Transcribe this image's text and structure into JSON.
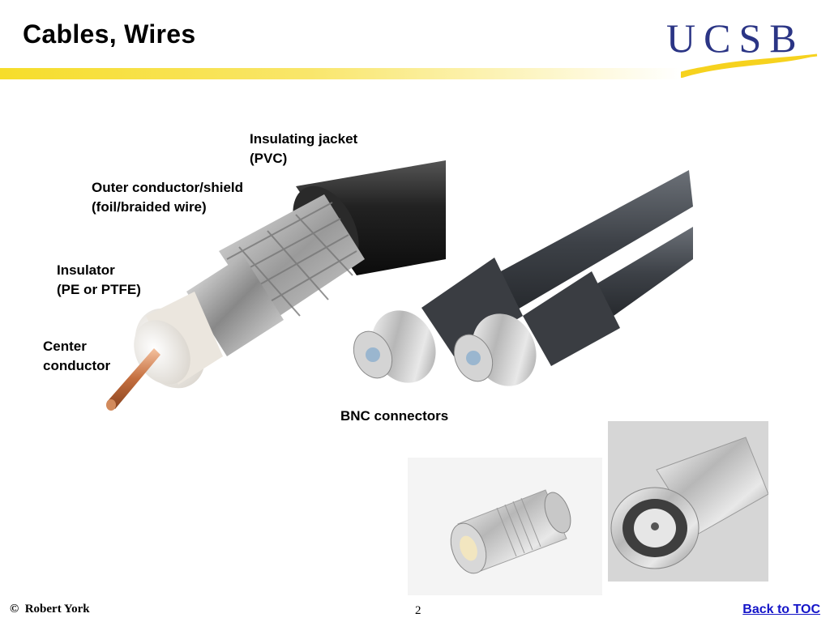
{
  "slide": {
    "title": "Cables, Wires",
    "page_number": "2"
  },
  "logo": {
    "text": "UCSB",
    "wave_color": "#f6d21e",
    "text_color": "#2b3585"
  },
  "labels": {
    "insulating_jacket": "Insulating jacket\n(PVC)",
    "outer_conductor": "Outer conductor/shield\n(foil/braided wire)",
    "insulator": "Insulator\n(PE or PTFE)",
    "center_conductor": "Center\nconductor",
    "bnc_connectors": "BNC connectors"
  },
  "footer": {
    "copyright_symbol": "©",
    "author": "Robert York",
    "back_link": "Back to TOC"
  },
  "colors": {
    "title_bar": "#f6dd2a",
    "link": "#1414c8"
  }
}
